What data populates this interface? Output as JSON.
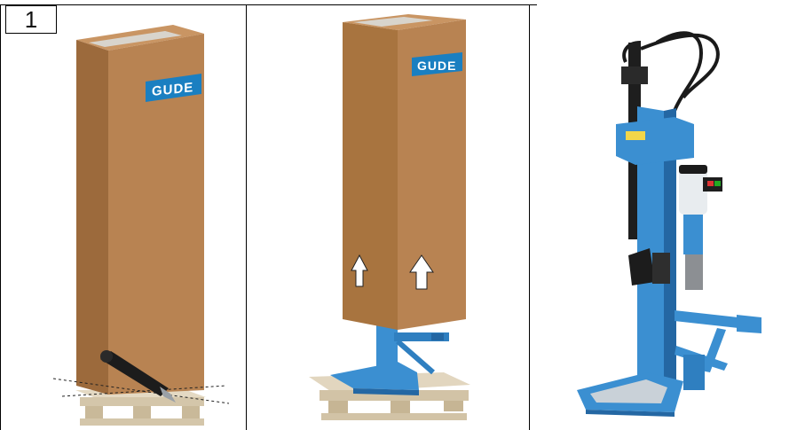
{
  "step": {
    "number": "1"
  },
  "branding": {
    "box_logo": "GUDE"
  },
  "colors": {
    "cardboard_front": "#b88352",
    "cardboard_side": "#9c6a3c",
    "cardboard_top": "#c99563",
    "tape": "#d8d4cc",
    "logo_blue": "#1a7fc1",
    "machine_blue": "#3b8fd1",
    "machine_blue_dark": "#2467a3",
    "pallet": "#d9cdb5",
    "frame_line": "#000000"
  },
  "panels": [
    {
      "name": "cut-straps-panel",
      "icons": [
        "box-cutter-icon",
        "cut-line-icon"
      ]
    },
    {
      "name": "lift-box-panel",
      "icons": [
        "up-arrow-icon",
        "up-arrow-icon"
      ]
    },
    {
      "name": "assembled-splitter-panel",
      "icons": []
    }
  ]
}
